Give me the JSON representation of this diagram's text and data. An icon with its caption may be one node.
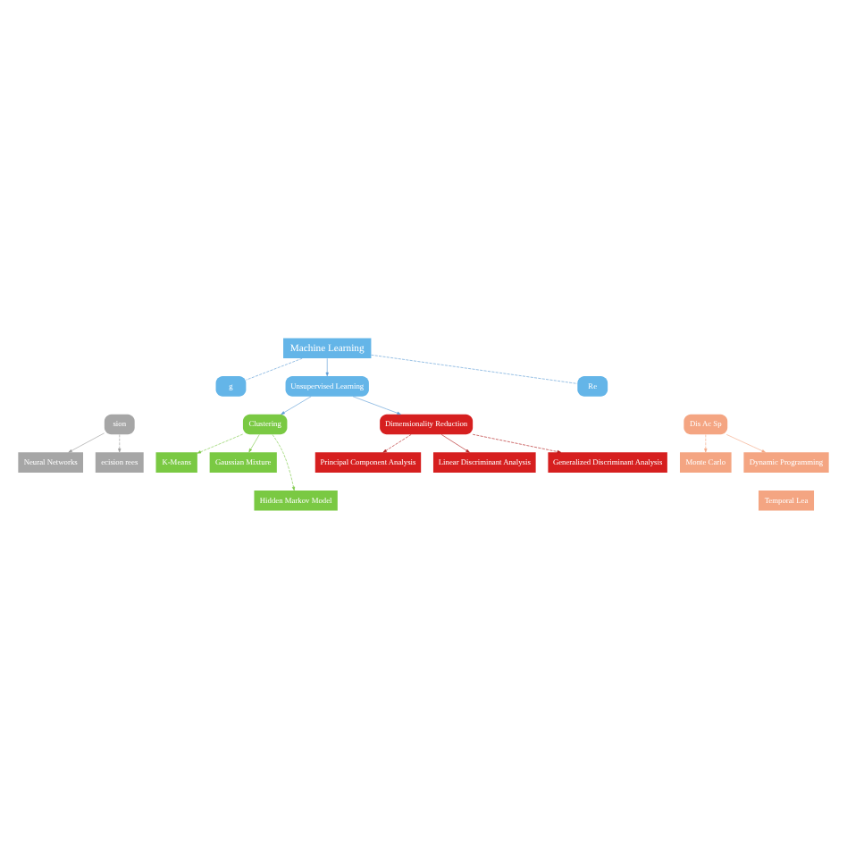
{
  "diagram": {
    "nodes": [
      {
        "text": [
          "Machine Learning"
        ]
      },
      {
        "text": [
          "g"
        ]
      },
      {
        "text": [
          "Unsupervised Learning"
        ]
      },
      {
        "text": [
          "Re"
        ]
      },
      {
        "text": [
          "sion"
        ]
      },
      {
        "text": [
          "Clustering"
        ]
      },
      {
        "text": [
          "Dimensionality Reduction"
        ]
      },
      {
        "text": [
          "Dis Ac Sp"
        ]
      },
      {
        "text": [
          "K-Means"
        ]
      },
      {
        "text": [
          "Principal Component Analysis"
        ]
      },
      {
        "text": [
          "Monte Carlo"
        ]
      },
      {
        "text": [
          "Neural Networks"
        ]
      },
      {
        "text": [
          "Dynamic Programming"
        ]
      },
      {
        "text": [
          "Gaussian Mixture"
        ]
      },
      {
        "text": [
          "ecision rees"
        ]
      },
      {
        "text": [
          "Linear Discriminant Analysis"
        ]
      },
      {
        "text": [
          "Generalized Discriminant Analysis"
        ]
      },
      {
        "text": [
          "Hidden Markov Model"
        ]
      },
      {
        "text": [
          "Temporal Lea"
        ]
      }
    ],
    "edges": [
      {
        "from": 0,
        "to": 1,
        "arrow": "none",
        "style": "dashed",
        "color": "#5b9bd5"
      },
      {
        "from": 0,
        "to": 2,
        "arrow": "to",
        "color": "#5b9bd5"
      },
      {
        "from": 0,
        "to": 3,
        "arrow": "none",
        "style": "dashed",
        "color": "#5b9bd5"
      },
      {
        "from": 2,
        "to": 5,
        "arrow": "to",
        "color": "#5b9bd5"
      },
      {
        "from": 2,
        "to": 6,
        "arrow": "to",
        "color": "#5b9bd5"
      },
      {
        "from": 4,
        "to": 11,
        "arrow": "to",
        "color": "#9a9a9a"
      },
      {
        "from": 4,
        "to": 14,
        "arrow": "to",
        "style": "dashed",
        "color": "#9a9a9a"
      },
      {
        "from": 5,
        "to": 8,
        "arrow": "to",
        "style": "dashed",
        "color": "#7ac943"
      },
      {
        "from": 5,
        "to": 13,
        "arrow": "to",
        "color": "#7ac943"
      },
      {
        "from": 5,
        "to": 17,
        "arrow": "to",
        "style": "dashed",
        "color": "#7ac943"
      },
      {
        "from": 6,
        "to": 9,
        "arrow": "to",
        "style": "dashed",
        "color": "#b01818"
      },
      {
        "from": 6,
        "to": 15,
        "arrow": "to",
        "color": "#b01818"
      },
      {
        "from": 6,
        "to": 16,
        "arrow": "to",
        "style": "dashed",
        "color": "#b01818"
      },
      {
        "from": 7,
        "to": 10,
        "arrow": "to",
        "style": "dashed",
        "color": "#f4a582"
      },
      {
        "from": 7,
        "to": 12,
        "arrow": "to",
        "color": "#f4a582"
      }
    ]
  }
}
